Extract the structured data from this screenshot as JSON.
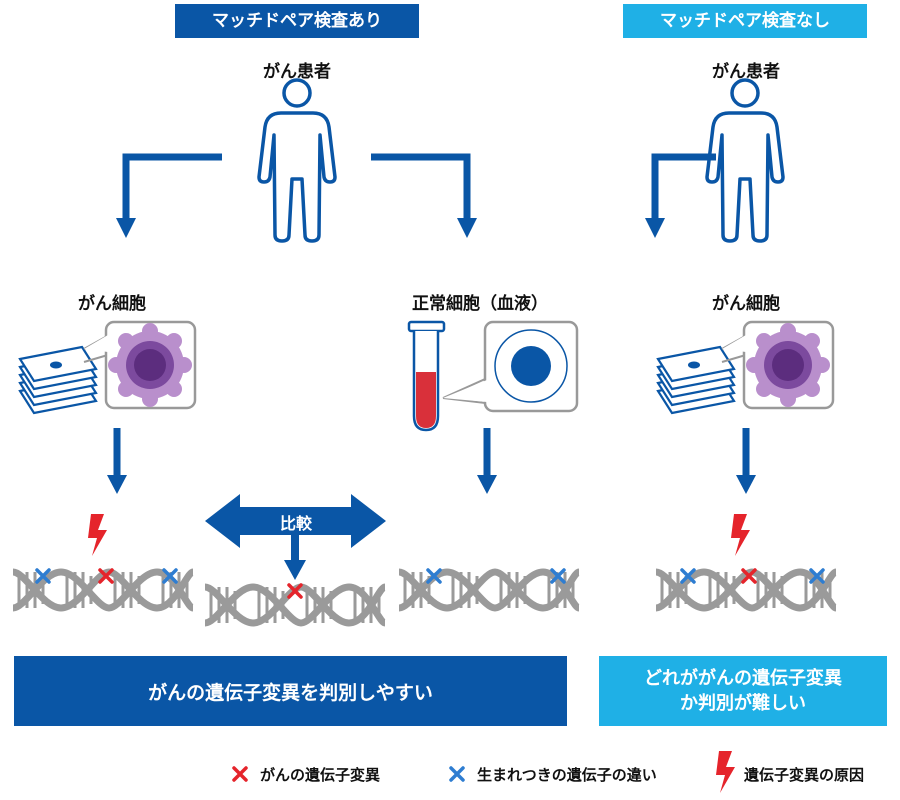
{
  "headers": {
    "with_test": "マッチドペア検査あり",
    "without_test": "マッチドペア検査なし"
  },
  "labels": {
    "patient_left": "がん患者",
    "patient_right": "がん患者",
    "cancer_cell_left": "がん細胞",
    "normal_cell": "正常細胞（血液）",
    "cancer_cell_right": "がん細胞",
    "compare": "比較"
  },
  "result_boxes": {
    "left": "がんの遺伝子変異を判別しやすい",
    "right_line1": "どれががんの遺伝子変異",
    "right_line2": "か判別が難しい"
  },
  "legend": {
    "red_x": "がんの遺伝子変異",
    "blue_x": "生まれつきの遺伝子の違い",
    "bolt": "遺伝子変異の原因"
  },
  "colors": {
    "dark_blue": "#0a56a6",
    "light_blue": "#1fb0e6",
    "red": "#e5242b",
    "x_blue": "#2e7dd1",
    "dna_gray": "#9a9a9a",
    "cell_purple": "#7c4a9e",
    "blood_red": "#d9303a"
  }
}
